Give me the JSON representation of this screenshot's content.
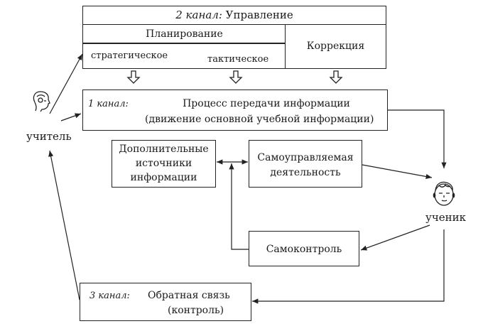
{
  "channel2": {
    "label": "2 канал:",
    "title": "Управление",
    "planning": "Планирование",
    "strategic": "стратегическое",
    "tactical": "тактическое",
    "correction": "Коррекция"
  },
  "channel1": {
    "label": "1 канал:",
    "line1": "Процесс передачи информации",
    "line2": "(движение основной учебной информации)"
  },
  "extra_sources": {
    "line1": "Дополнительные",
    "line2": "источники",
    "line3": "информации"
  },
  "self_managed": {
    "line1": "Самоуправляемая",
    "line2": "деятельность"
  },
  "self_control": "Самоконтроль",
  "channel3": {
    "label": "3 канал:",
    "line1": "Обратная связь",
    "line2": "(контроль)"
  },
  "actors": {
    "teacher": "учитель",
    "student": "ученик",
    "teacher_icon": "teacher-face-icon",
    "student_icon": "student-face-icon"
  }
}
